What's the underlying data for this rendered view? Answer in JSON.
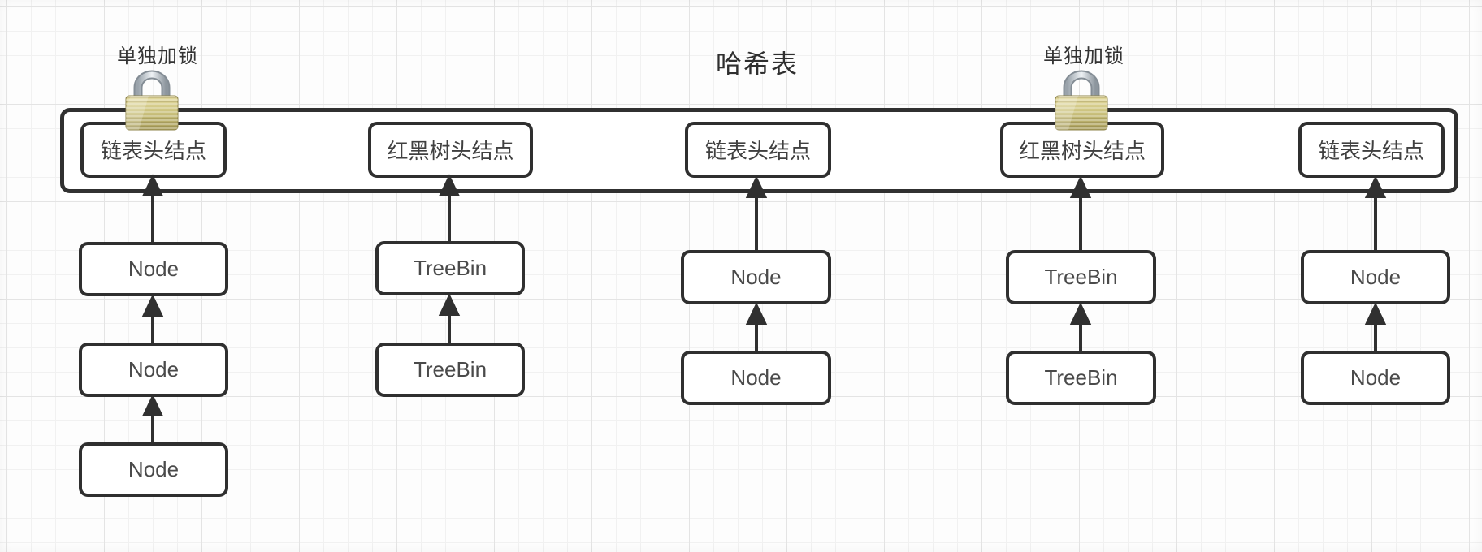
{
  "diagram": {
    "title": "哈希表",
    "lock_labels": [
      "单独加锁",
      "单独加锁"
    ],
    "colors": {
      "outline": "#2f2f2f",
      "lock_body_gold": "#c9bf7d",
      "lock_shackle_silver": "#aeb6bd",
      "grid_line": "#e4e4e4",
      "box_fill": "#ffffff"
    },
    "buckets": [
      {
        "head": "链表头结点",
        "children": [
          "Node",
          "Node",
          "Node"
        ],
        "locked": true
      },
      {
        "head": "红黑树头结点",
        "children": [
          "TreeBin",
          "TreeBin"
        ],
        "locked": false
      },
      {
        "head": "链表头结点",
        "children": [
          "Node",
          "Node"
        ],
        "locked": false
      },
      {
        "head": "红黑树头结点",
        "children": [
          "TreeBin",
          "TreeBin"
        ],
        "locked": true
      },
      {
        "head": "链表头结点",
        "children": [
          "Node",
          "Node"
        ],
        "locked": false
      }
    ]
  }
}
